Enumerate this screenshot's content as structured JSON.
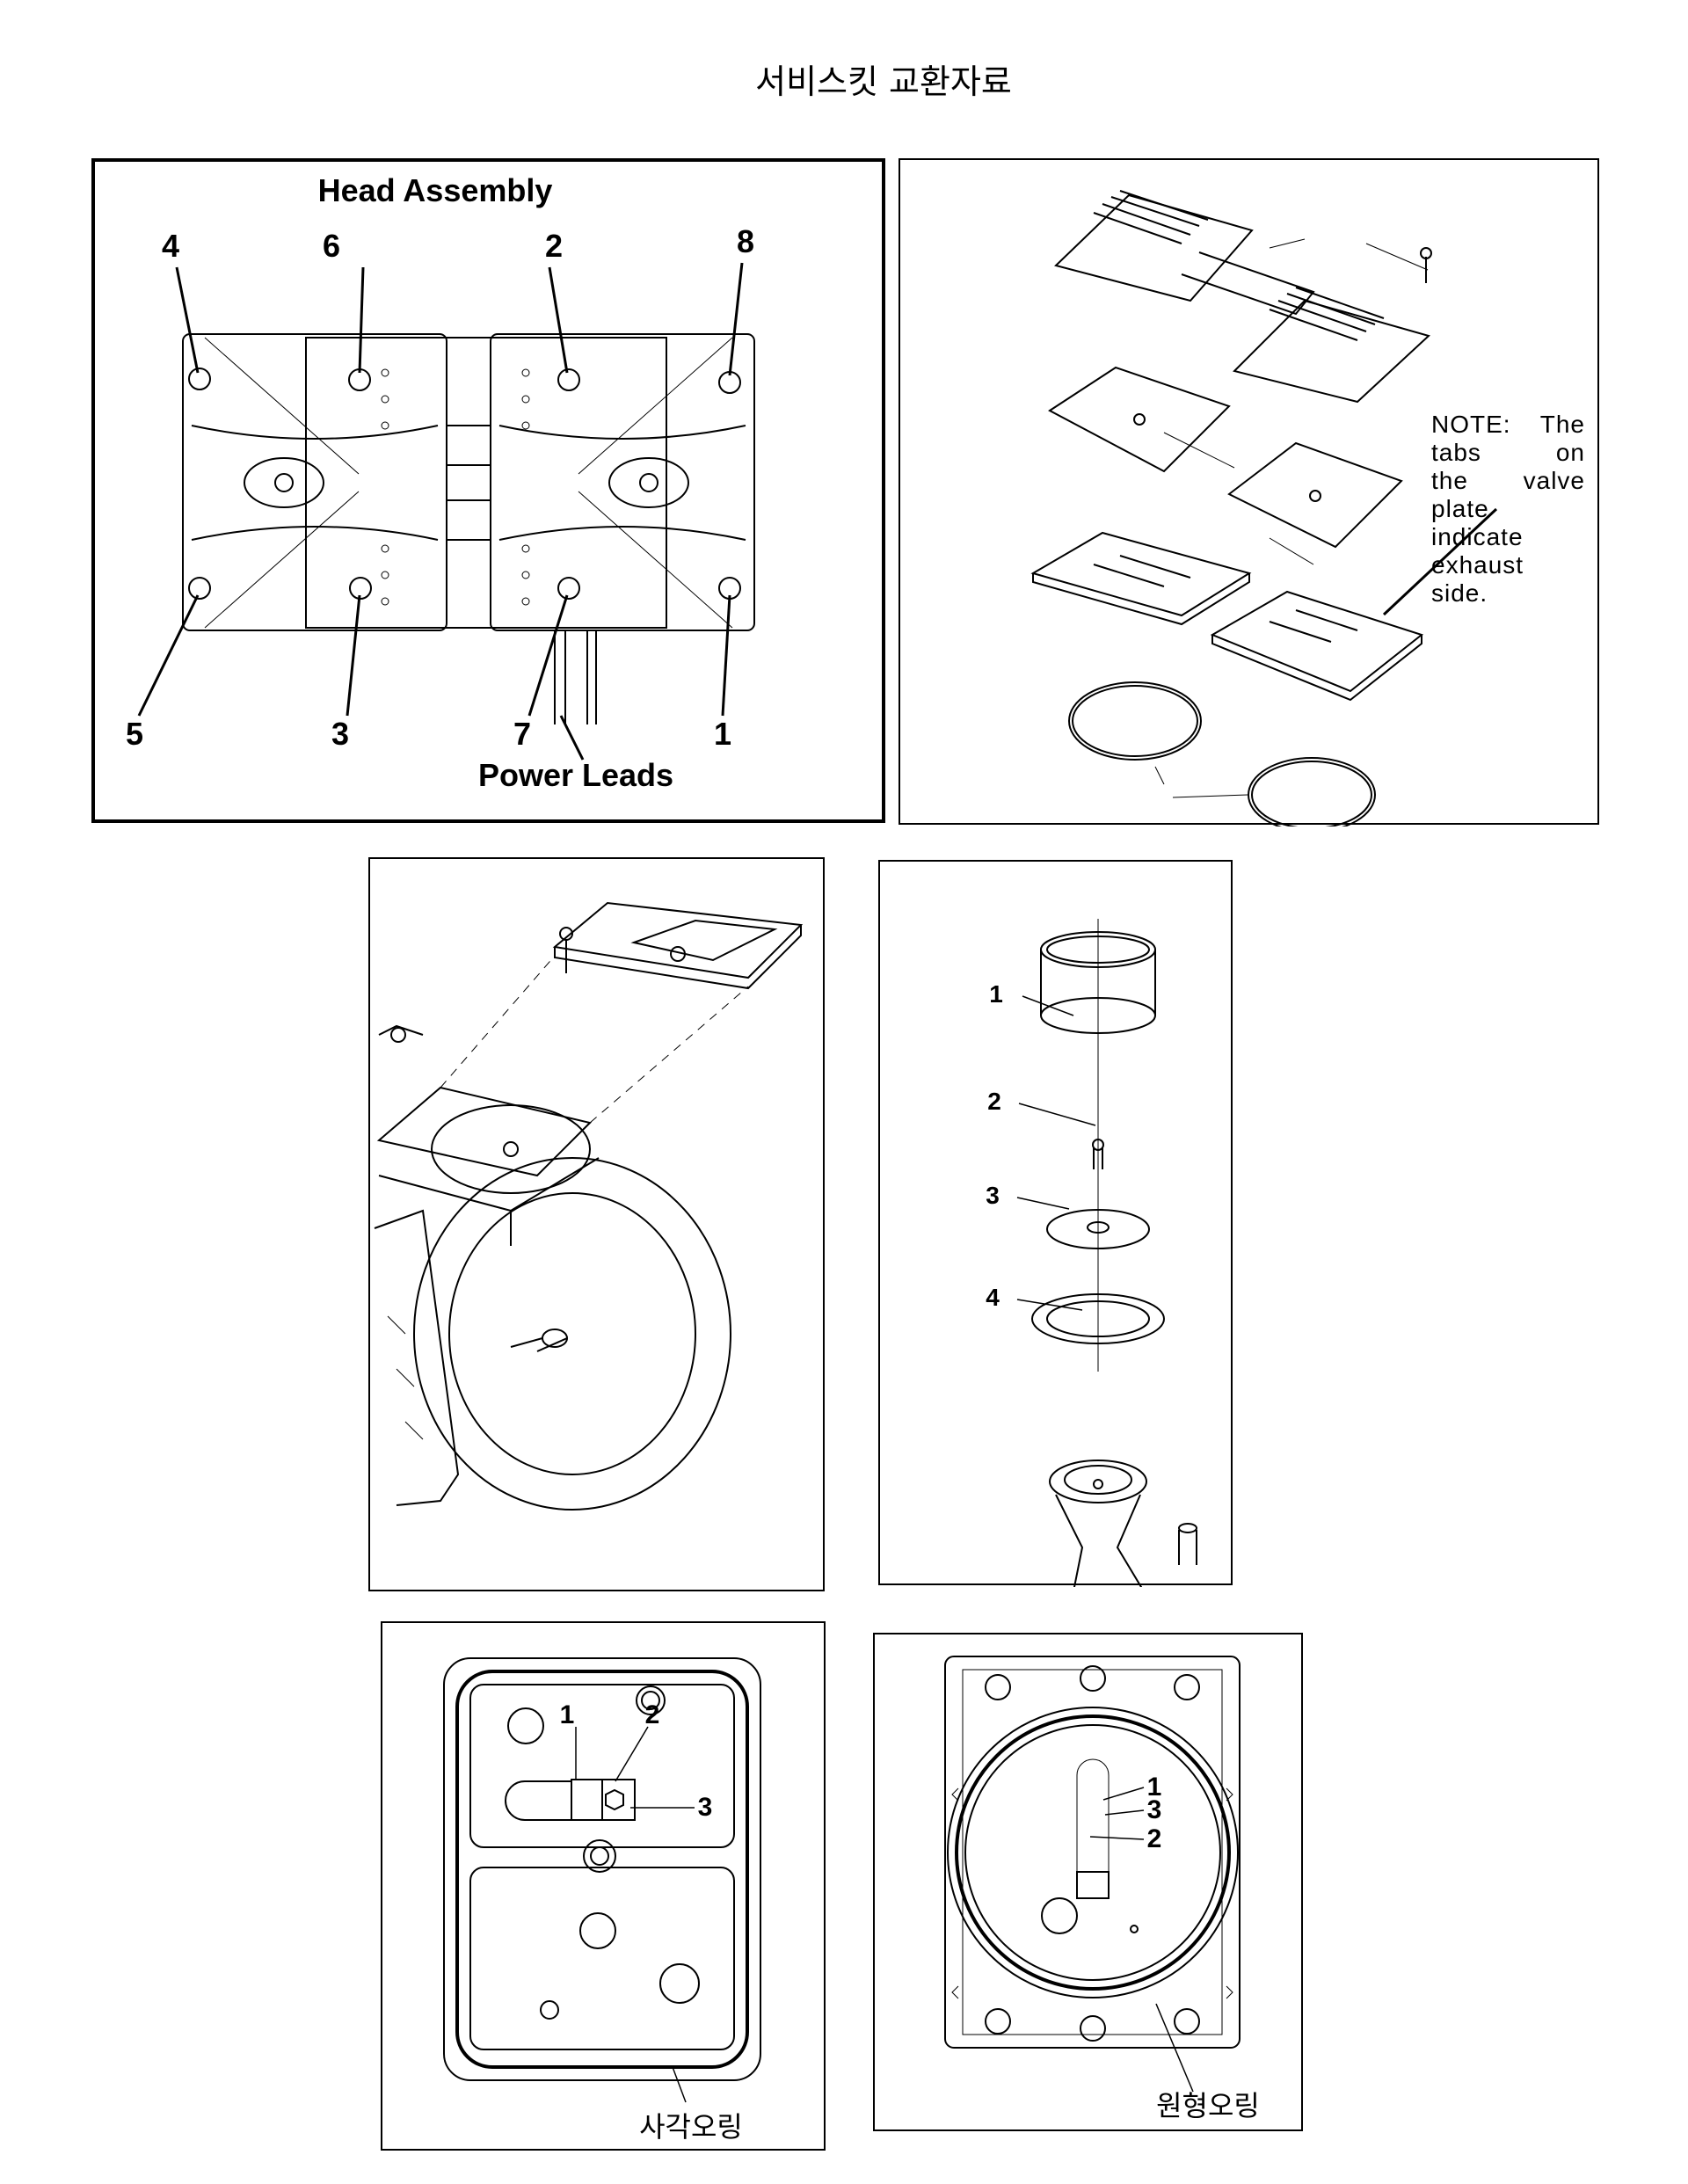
{
  "page_title": "서비스킷 교환자료",
  "head_assembly": {
    "title": "Head Assembly",
    "bolt_numbers": [
      "4",
      "6",
      "2",
      "8",
      "5",
      "3",
      "7",
      "1"
    ],
    "power_leads_label": "Power Leads"
  },
  "exploded_head": {
    "note_lines": [
      "NOTE: The",
      "tabs on",
      "the valve",
      "plate",
      "indicate",
      "exhaust",
      "side."
    ]
  },
  "piston_assembly": {
    "callouts": [
      "1",
      "2",
      "3",
      "4"
    ]
  },
  "valve_plate_top": {
    "callouts": [
      "1",
      "2",
      "3"
    ],
    "oring_label": "사각오링"
  },
  "valve_plate_bottom": {
    "callouts": [
      "1",
      "3",
      "2"
    ],
    "oring_label": "원형오링"
  }
}
